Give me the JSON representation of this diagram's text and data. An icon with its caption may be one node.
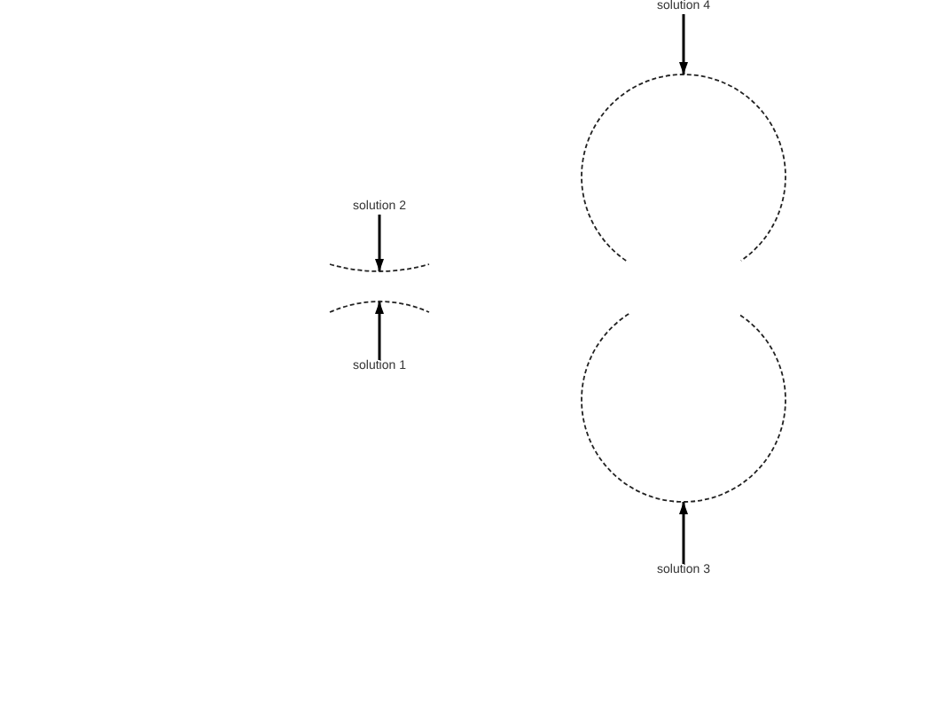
{
  "diagram": {
    "nodes": [
      {
        "text": [
          "solution 4"
        ]
      },
      {
        "text": [],
        "shape": "circle"
      },
      {
        "text": [
          "solution 2"
        ]
      },
      {
        "text": [],
        "shape": "curve"
      },
      {
        "text": [],
        "shape": "curve"
      },
      {
        "text": [
          "solution 1"
        ]
      },
      {
        "text": [],
        "shape": "circle"
      },
      {
        "text": [
          "solution 3"
        ]
      }
    ],
    "edges": [
      {
        "from": 0,
        "to": 1,
        "arrow": "to"
      },
      {
        "from": 2,
        "to": 3,
        "arrow": "to"
      },
      {
        "from": 5,
        "to": 4,
        "arrow": "to"
      },
      {
        "from": 7,
        "to": 6,
        "arrow": "to"
      }
    ]
  }
}
